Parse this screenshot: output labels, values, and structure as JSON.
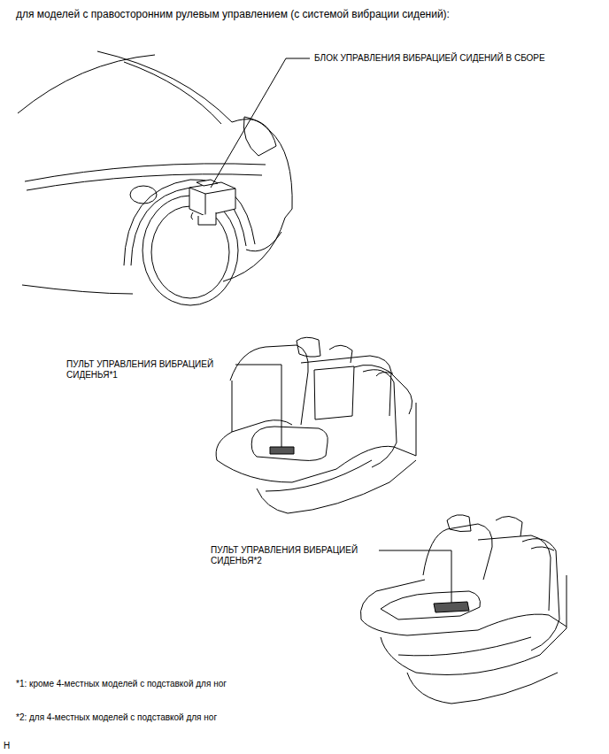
{
  "diagram": {
    "title": "для моделей с правосторонним рулевым управлением (с системой вибрации сидений):",
    "labels": [
      "БЛОК УПРАВЛЕНИЯ ВИБРАЦИЕЙ СИДЕНИЙ В СБОРЕ",
      "ПУЛЬТ УПРАВЛЕНИЯ ВИБРАЦИЕЙ СИДЕНЬЯ*1",
      "ПУЛЬТ УПРАВЛЕНИЯ ВИБРАЦИЕЙ СИДЕНЬЯ*2",
      "*1: кроме 4-местных моделей с подставкой для ног",
      "*2: для 4-местных моделей с подставкой для ног",
      "H"
    ]
  }
}
